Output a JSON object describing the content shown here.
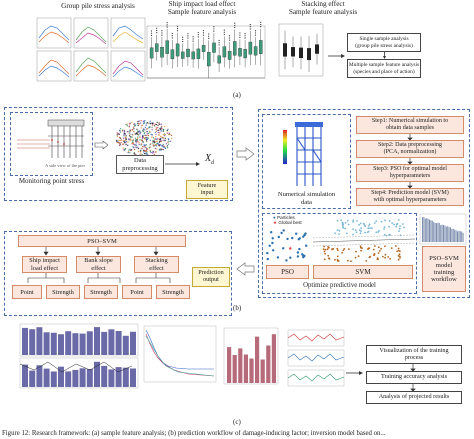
{
  "section_a": {
    "label": "(a)",
    "title_group": "Group pile stress analysis",
    "title_ship": "Ship impact load effect\nSample feature analysis",
    "title_stack": "Stacking effect\nSample feature analysis",
    "box_single": "Single sample analysis\n(group pile stress analysis)",
    "box_multiple": "Multiple sample feature analysis\n(species and place of action)"
  },
  "section_b": {
    "label": "(b)",
    "monitoring_label": "Monitoring point stress",
    "side_view_caption": "A side view of the pier",
    "data_preprocessing": "Data\npreprocessing",
    "xd_symbol": "X",
    "xd_subscript": "d",
    "feature_input": "Feature\ninput",
    "numerical_data": "Numerical simulation\ndata",
    "step1": "Step1: Numerical simulation to\nobtain data samples",
    "step2": "Step2: Data preprocessing\n(PCA, normalization)",
    "step3": "Step3: PSO for optimal model\nhyperparameters",
    "step4": "Step4: Prediction model (SVM)\nwith optimal hyperparameters",
    "pso_svm_top": "PSO–SVM",
    "ship_effect": "Ship impact\nload effect",
    "bank_effect": "Bank slope\neffect",
    "stack_effect": "Stacking\neffect",
    "point": "Point",
    "strength": "Strength",
    "prediction_output": "Prediction\noutput",
    "legend_particles": "Particles",
    "legend_global": "Global best",
    "pso": "PSO",
    "svm": "SVM",
    "optimize": "Optimize predictive model",
    "workflow": "PSO–SVM\nmodel\ntraining\nworkflow"
  },
  "section_c": {
    "label": "(c)",
    "viz": "Visualization of the training\nprocess",
    "accuracy": "Training accuracy analysis",
    "projected": "Analysis of projected results"
  },
  "caption": "Figure 12: Research framework: (a) sample feature analysis; (b) prediction workflow of damage-inducing factor; inversion model based on..."
}
